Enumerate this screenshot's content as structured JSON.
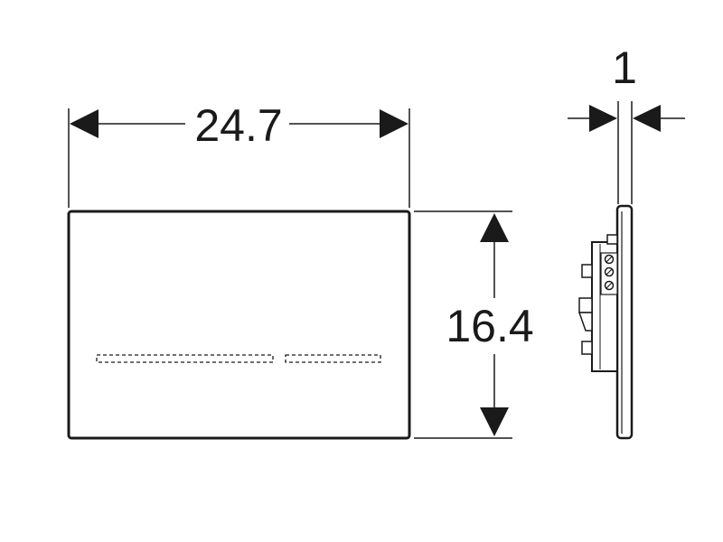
{
  "dimensions": {
    "width": "24.7",
    "height": "16.4",
    "depth": "1"
  },
  "colors": {
    "line": "#1a1a1a",
    "background": "#ffffff"
  }
}
